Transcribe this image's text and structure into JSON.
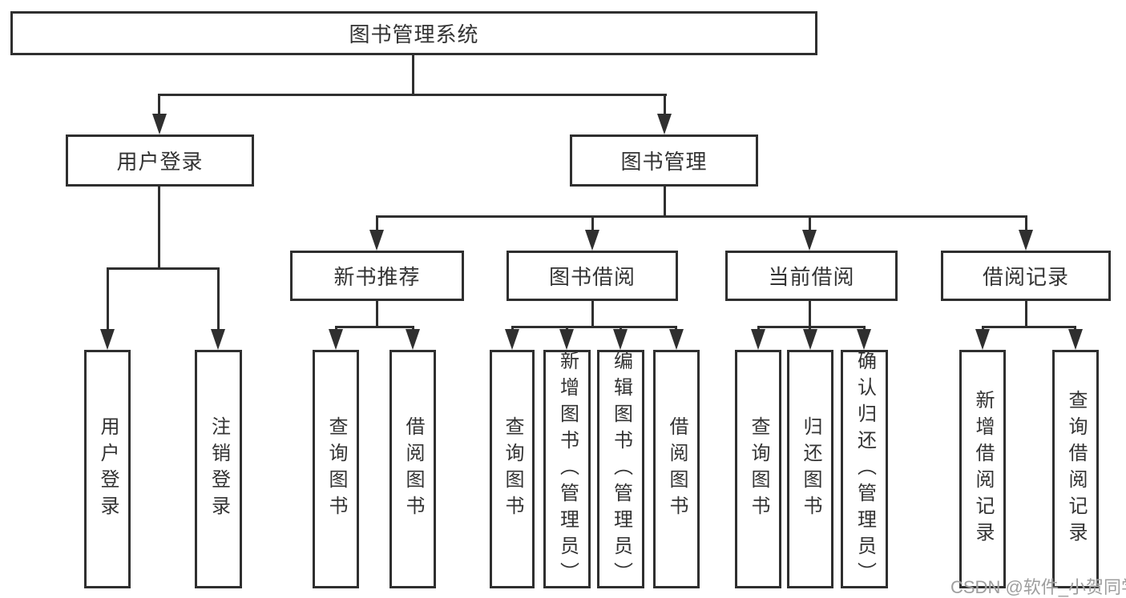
{
  "root": {
    "label": "图书管理系统"
  },
  "level1": [
    {
      "label": "用户登录"
    },
    {
      "label": "图书管理"
    }
  ],
  "level2": [
    {
      "label": "新书推荐"
    },
    {
      "label": "图书借阅"
    },
    {
      "label": "当前借阅"
    },
    {
      "label": "借阅记录"
    }
  ],
  "leaves": {
    "user_login": [
      {
        "label": "用户登录"
      },
      {
        "label": "注销登录"
      }
    ],
    "new_book_recommend": [
      {
        "label": "查询图书"
      },
      {
        "label": "借阅图书"
      }
    ],
    "book_borrow": [
      {
        "label": "查询图书"
      },
      {
        "label": "新增图书（管理员）"
      },
      {
        "label": "编辑图书（管理员）"
      },
      {
        "label": "借阅图书"
      }
    ],
    "current_borrow": [
      {
        "label": "查询图书"
      },
      {
        "label": "归还图书"
      },
      {
        "label": "确认归还（管理员）"
      }
    ],
    "borrow_records": [
      {
        "label": "新增借阅记录"
      },
      {
        "label": "查询借阅记录"
      }
    ]
  },
  "watermark": {
    "text": "CSDN @软件_小贺同学"
  },
  "colors": {
    "line": "#2f2f2f",
    "text": "#333333",
    "box_bg": "#ffffff",
    "watermark": "#9e9e9e"
  }
}
